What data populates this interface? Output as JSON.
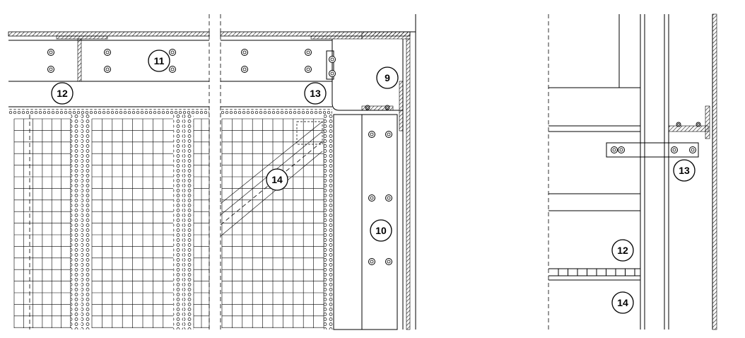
{
  "callouts": {
    "left": {
      "n11": "11",
      "n12": "12",
      "n13": "13",
      "n9": "9",
      "n14": "14",
      "n10": "10"
    },
    "right": {
      "n13": "13",
      "n12": "12",
      "n14": "14"
    }
  },
  "colors": {
    "line": "#000000",
    "background": "#ffffff"
  }
}
